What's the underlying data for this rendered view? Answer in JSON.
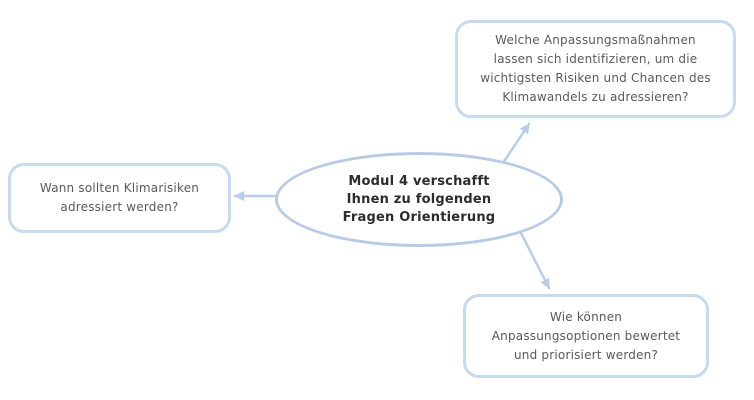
{
  "diagram": {
    "center": {
      "lines": [
        "Modul 4 verschafft",
        "Ihnen zu folgenden",
        "Fragen Orientierung"
      ]
    },
    "nodes": [
      {
        "position": "top-right",
        "lines": [
          "Welche Anpassungsmaßnahmen",
          "lassen sich identifizieren, um die",
          "wichtigsten Risiken und Chancen des",
          "Klimawandels zu adressieren?"
        ]
      },
      {
        "position": "left",
        "lines": [
          "Wann sollten Klimarisiken",
          "adressiert werden?"
        ]
      },
      {
        "position": "bottom-right",
        "lines": [
          "Wie können",
          "Anpassungsoptionen bewertet",
          "und priorisiert werden?"
        ]
      }
    ],
    "colors": {
      "arrow_stroke": "#b7cdea",
      "node_border": "#c7daf2",
      "ellipse_border": "#b7cbe4",
      "node_text": "#5a5a5a",
      "center_text": "#2d2d2d",
      "background": "#ffffff"
    }
  }
}
